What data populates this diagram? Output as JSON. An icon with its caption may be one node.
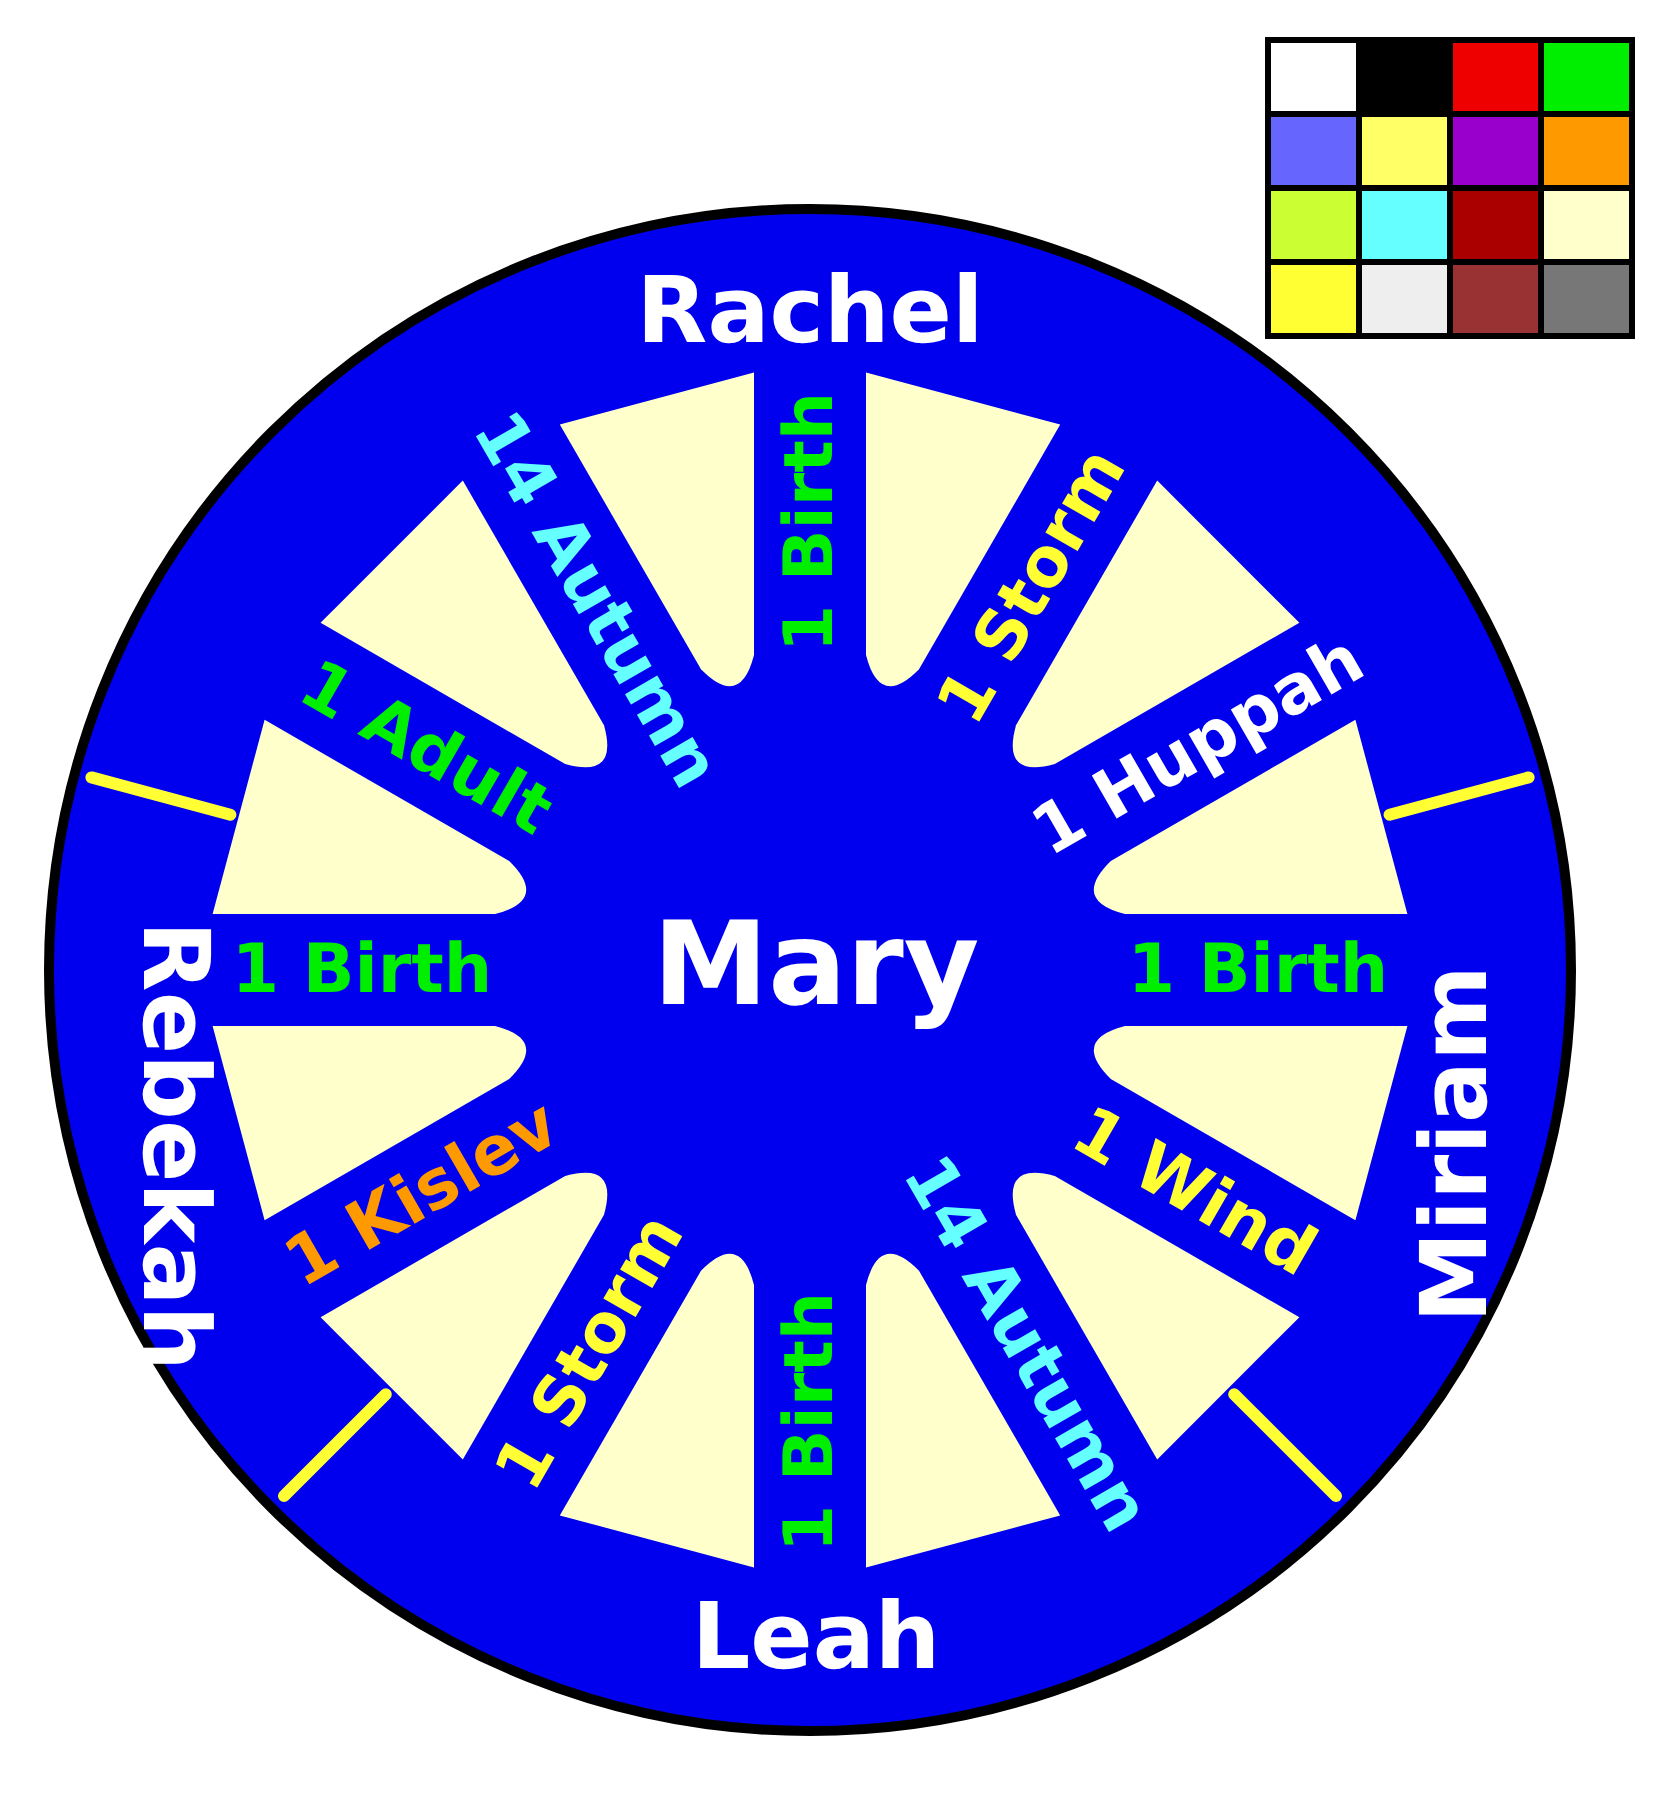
{
  "diagram": {
    "nodes": [
      {
        "text": [
          "Mary"
        ]
      },
      {
        "text": [
          "1 Birth"
        ],
        "in": 0
      },
      {
        "text": [
          "1 Storm"
        ],
        "in": 0
      },
      {
        "text": [
          "1 Huppah"
        ],
        "in": 0
      },
      {
        "text": [
          "1 Birth"
        ],
        "in": 0
      },
      {
        "text": [
          "1 Wind"
        ],
        "in": 0
      },
      {
        "text": [
          "14 Autumn"
        ],
        "in": 0
      },
      {
        "text": [
          "1 Birth"
        ],
        "in": 0
      },
      {
        "text": [
          "1 Storm"
        ],
        "in": 0
      },
      {
        "text": [
          "1 Kislev"
        ],
        "in": 0
      },
      {
        "text": [
          "1 Birth"
        ],
        "in": 0
      },
      {
        "text": [
          "1 Adult"
        ],
        "in": 0
      },
      {
        "text": [
          "14 Autumn"
        ],
        "in": 0
      }
    ],
    "labels": [
      "Rachel",
      "Miriam",
      "Leah",
      "Rebekah"
    ]
  }
}
